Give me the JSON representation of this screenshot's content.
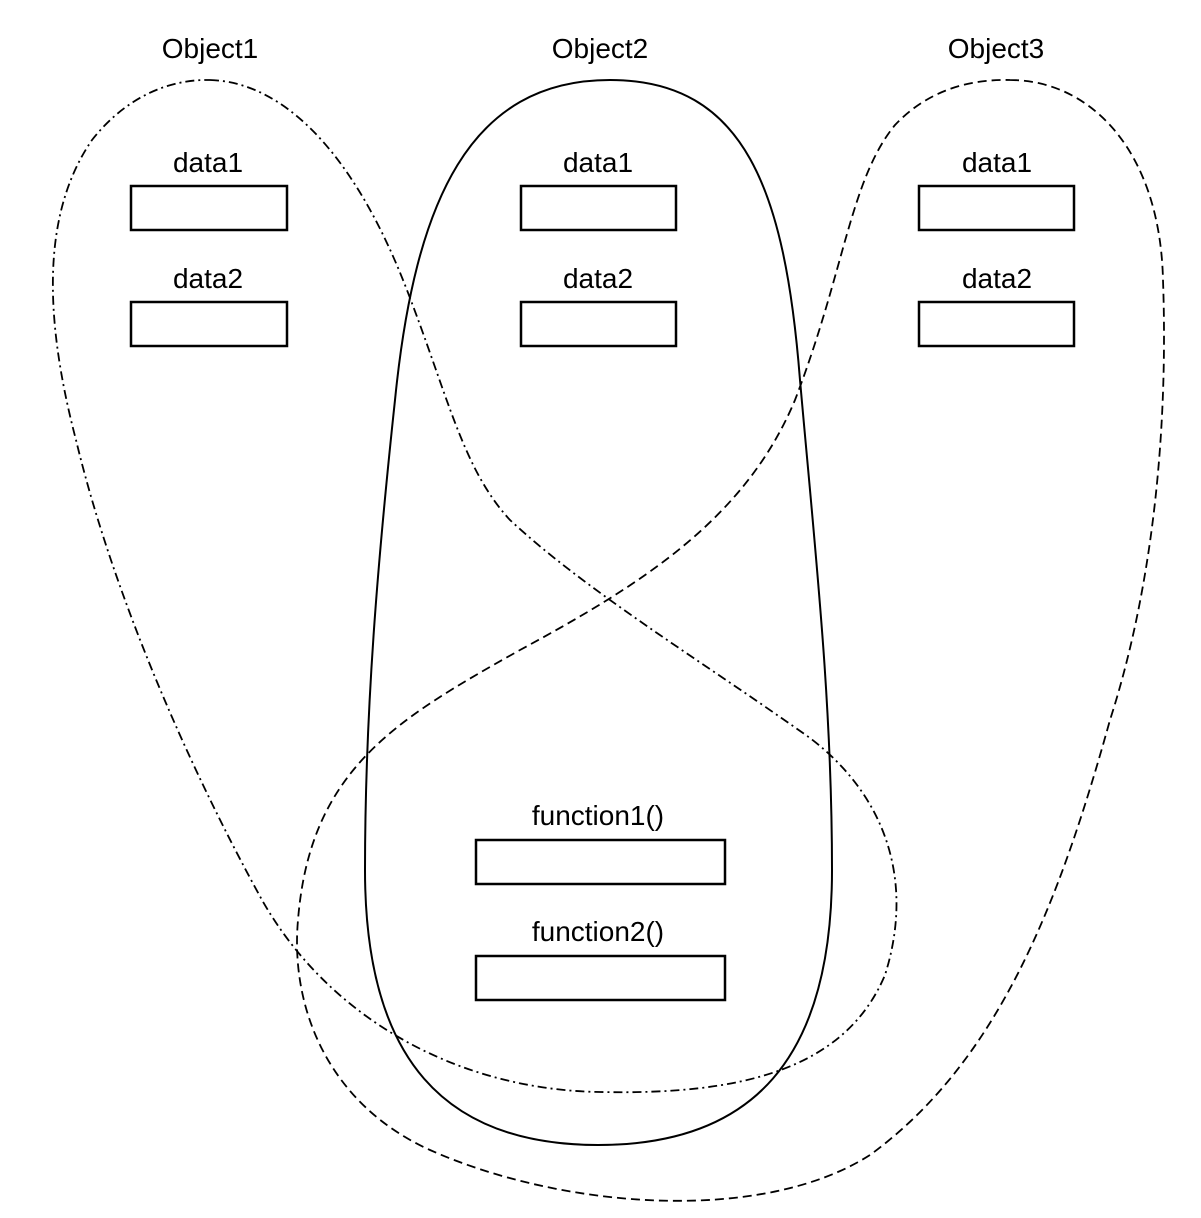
{
  "colors": {
    "stroke": "#000000",
    "background": "#ffffff"
  },
  "objects": [
    {
      "title": "Object1",
      "outline": "dash-dot",
      "fields": [
        {
          "label": "data1"
        },
        {
          "label": "data2"
        }
      ]
    },
    {
      "title": "Object2",
      "outline": "solid",
      "fields": [
        {
          "label": "data1"
        },
        {
          "label": "data2"
        }
      ]
    },
    {
      "title": "Object3",
      "outline": "dashed",
      "fields": [
        {
          "label": "data1"
        },
        {
          "label": "data2"
        }
      ]
    }
  ],
  "shared_functions": [
    {
      "label": "function1()"
    },
    {
      "label": "function2()"
    }
  ]
}
